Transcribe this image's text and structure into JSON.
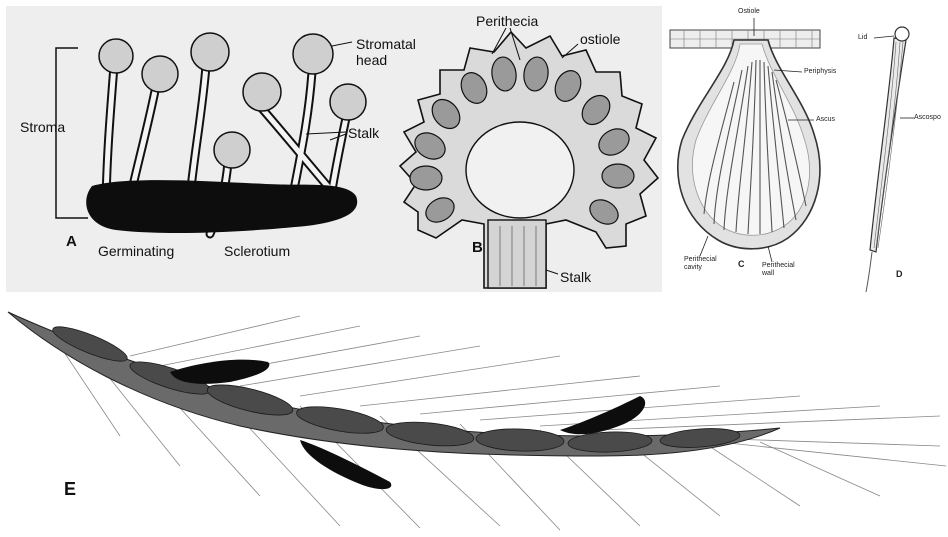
{
  "panel_a": {
    "letter": "A",
    "labels": {
      "stroma": "Stroma",
      "stromatal_head": "Stromatal\nhead",
      "stalk": "Stalk",
      "germinating": "Germinating",
      "sclerotium": "Sclerotium"
    }
  },
  "panel_b": {
    "letter": "B",
    "labels": {
      "perithecia": "Perithecia",
      "ostiole": "ostiole",
      "stalk": "Stalk"
    }
  },
  "panel_c": {
    "letter": "C",
    "labels": {
      "ostiole": "Ostiole",
      "periphysis": "Periphysis",
      "ascus": "Ascus",
      "perithecial_cavity": "Perithecial\ncavity",
      "perithecial_wall": "Perithecial\nwall"
    }
  },
  "panel_d": {
    "letter": "D",
    "labels": {
      "lid": "Lid",
      "ascospore": "Ascospo"
    }
  },
  "panel_e": {
    "letter": "E"
  },
  "colors": {
    "ink": "#111111",
    "paper_ab": "#eeeeee",
    "sclerotium": "#0d0d0d"
  }
}
